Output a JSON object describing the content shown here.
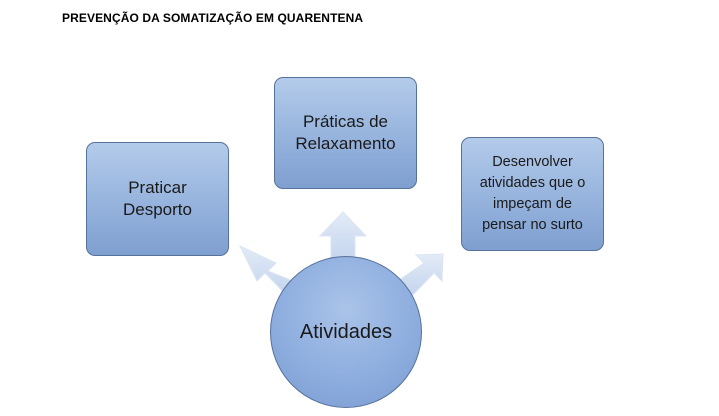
{
  "title": "PREVENÇÃO DA SOMATIZAÇÃO EM QUARENTENA",
  "center": {
    "label": "Atividades"
  },
  "boxes": {
    "desporto": {
      "line1": "Praticar",
      "line2": "Desporto"
    },
    "relaxamento": {
      "line1": "Práticas de",
      "line2": "Relaxamento"
    },
    "desenvolver": {
      "line1": "Desenvolver",
      "line2": "atividades que o",
      "line3": "impeçam de",
      "line4": "pensar no surto"
    }
  },
  "colors": {
    "box_fill_top": "#b4cbea",
    "box_fill_bottom": "#7f9fd0",
    "box_border": "#56719a",
    "arrow_fill": "#c9d8ee"
  }
}
